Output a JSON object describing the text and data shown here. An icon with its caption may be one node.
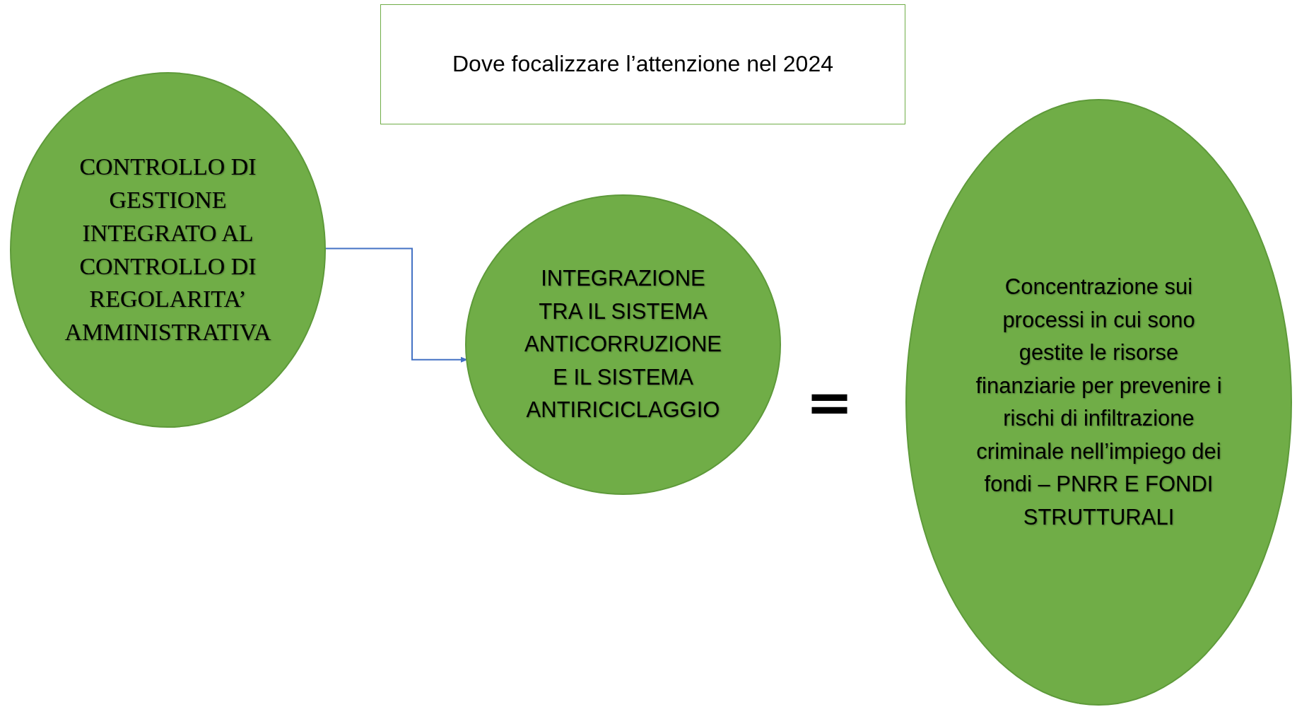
{
  "diagram": {
    "nodes": [
      {
        "text": [
          "Dove focalizzare l’attenzione nel 2024"
        ]
      },
      {
        "text": [
          "CONTROLLO DI GESTIONE INTEGRATO AL CONTROLLO DI REGOLARITA’ AMMINISTRATIVA"
        ]
      },
      {
        "text": [
          "INTEGRAZIONE TRA IL SISTEMA ANTICORRUZIONE E IL SISTEMA ANTIRICICLAGGIO"
        ]
      },
      {
        "text": [
          "Concentrazione sui processi in cui sono gestite le risorse finanziarie per prevenire i rischi di infiltrazione criminale nell’impiego dei fondi – PNRR E FONDI STRUTTURALI"
        ]
      }
    ],
    "edges": [
      {
        "from": 1,
        "to": 2,
        "arrow": "to"
      }
    ],
    "labels": [
      "="
    ]
  }
}
